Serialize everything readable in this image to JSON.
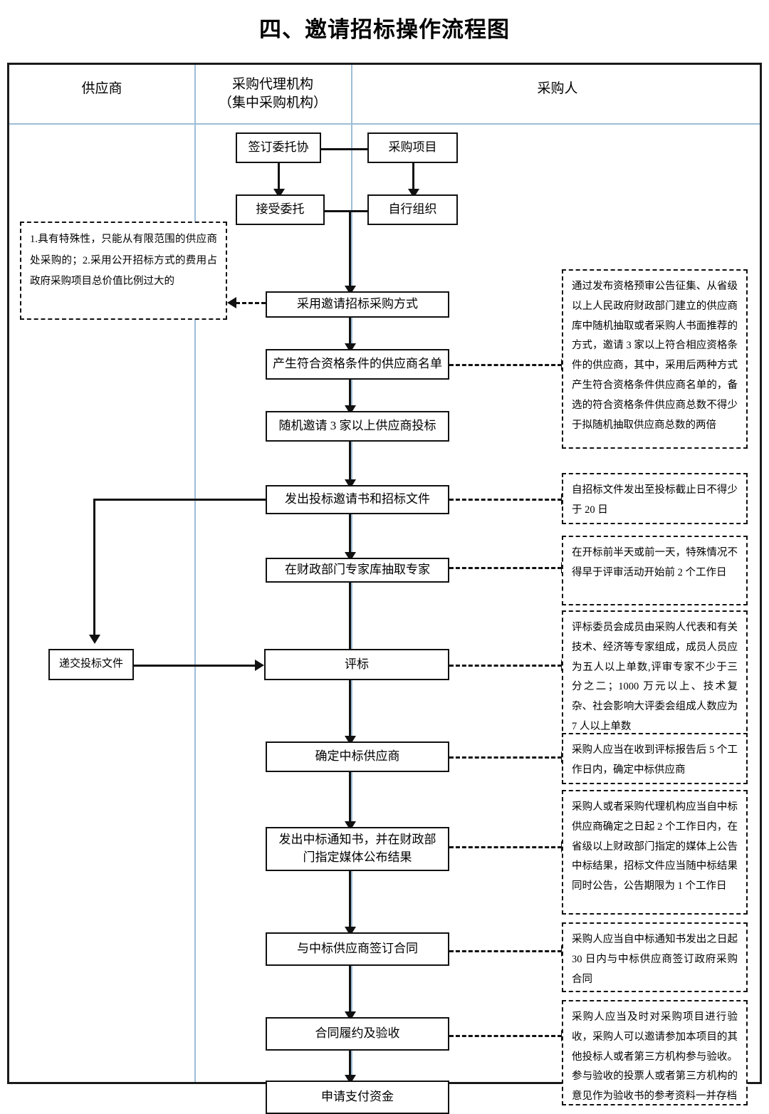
{
  "title": "四、邀请招标操作流程图",
  "lanes": [
    {
      "name": "supplier",
      "label": "供应商",
      "sublabel": ""
    },
    {
      "name": "agency",
      "label": "采购代理机构",
      "sublabel": "（集中采购机构）"
    },
    {
      "name": "buyer",
      "label": "采购人",
      "sublabel": ""
    }
  ],
  "nodes": {
    "sign_entrust": "签订委托协",
    "purchase_project": "采购项目",
    "accept_entrust": "接受委托",
    "self_organize": "自行组织",
    "use_invited_bidding": "采用邀请招标采购方式",
    "generate_supplier_list": "产生符合资格条件的供应商名单",
    "invite_three_suppliers": "随机邀请 3 家以上供应商投标",
    "issue_invitation_docs": "发出投标邀请书和招标文件",
    "draw_experts": "在财政部门专家库抽取专家",
    "submit_bid_docs": "递交投标文件",
    "bid_evaluation": "评标",
    "determine_winner": "确定中标供应商",
    "issue_win_notice": "发出中标通知书，并在财政部门指定媒体公布结果",
    "sign_contract": "与中标供应商签订合同",
    "contract_performance": "合同履约及验收",
    "apply_payment": "申请支付资金"
  },
  "notes": {
    "condition_note": "1.具有特殊性，只能从有限范围的供应商处采购的；2.采用公开招标方式的费用占政府采购项目总价值比例过大的",
    "supplier_list_note": "通过发布资格预审公告征集、从省级以上人民政府财政部门建立的供应商库中随机抽取或者采购人书面推荐的方式，邀请 3 家以上符合相应资格条件的供应商，其中，采用后两种方式产生符合资格条件供应商名单的，备选的符合资格条件供应商总数不得少于拟随机抽取供应商总数的两倍",
    "bid_deadline_note": "自招标文件发出至投标截止日不得少于 20 日",
    "expert_draw_note": "在开标前半天或前一天，特殊情况不得早于评审活动开始前 2 个工作日",
    "evaluation_committee_note": "评标委员会成员由采购人代表和有关技术、经济等专家组成，成员人员应为五人以上单数,评审专家不少于三分之二；1000 万元以上、技术复杂、社会影响大评委会组成人数应为 7 人以上单数",
    "determine_winner_note": "采购人应当在收到评标报告后 5 个工作日内，确定中标供应商",
    "announce_result_note": "采购人或者采购代理机构应当自中标供应商确定之日起 2 个工作日内，在省级以上财政部门指定的媒体上公告中标结果，招标文件应当随中标结果同时公告，公告期限为 1 个工作日",
    "sign_contract_note": "采购人应当自中标通知书发出之日起 30 日内与中标供应商签订政府采购合同",
    "acceptance_note": "采购人应当及时对采购项目进行验收，采购人可以邀请参加本项目的其他投标人或者第三方机构参与验收。参与验收的投票人或者第三方机构的意见作为验收书的参考资料一并存档"
  },
  "colors": {
    "lane_divider": "#9dbdd6",
    "line": "#111111",
    "frame": "#1a1a1a",
    "background": "#ffffff"
  }
}
